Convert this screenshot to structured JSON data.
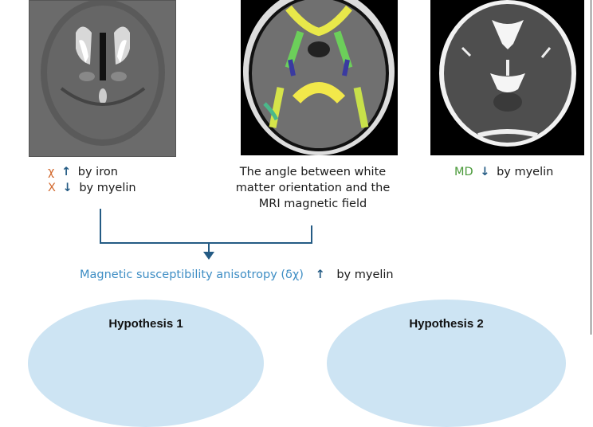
{
  "panels": [
    {
      "name": "QSM susceptibility map",
      "type": "grayscale-mri"
    },
    {
      "name": "T1 MRI with white matter fiber overlay",
      "type": "color-overlay-mri"
    },
    {
      "name": "Mean diffusivity map",
      "type": "grayscale-mri"
    }
  ],
  "captions": {
    "left": {
      "line1": {
        "symbol": "χ",
        "arrow": "↑",
        "text": "by iron"
      },
      "line2": {
        "symbol": "X",
        "arrow": "↓",
        "text": "by myelin"
      }
    },
    "middle": {
      "line1": "The angle between white",
      "line2": "matter orientation and the",
      "line3": "MRI magnetic field"
    },
    "right": {
      "symbol": "MD",
      "arrow": "↓",
      "text": "by myelin"
    }
  },
  "result": {
    "label": "Magnetic susceptibility anisotropy (δχ)",
    "arrow": "↑",
    "text": "by myelin"
  },
  "hypotheses": [
    {
      "title": "Hypothesis 1"
    },
    {
      "title": "Hypothesis 2"
    }
  ],
  "colors": {
    "chi": "#d2692e",
    "md": "#4a9a3a",
    "anisotropy": "#3d8dc4",
    "arrows": "#245b84",
    "hypothesis_fill": "#cde4f3"
  }
}
